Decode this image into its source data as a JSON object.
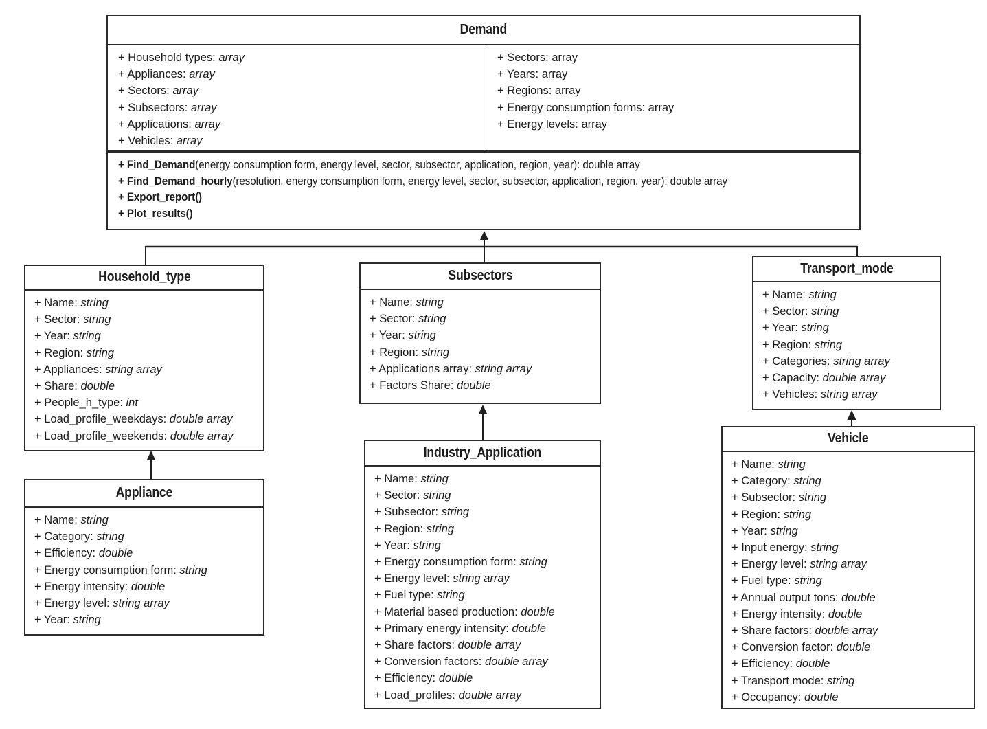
{
  "classes": {
    "demand": {
      "title": "Demand",
      "attrs_left": [
        {
          "label": "+ Household types:",
          "type": "array"
        },
        {
          "label": "+ Appliances:",
          "type": "array"
        },
        {
          "label": "+ Sectors:",
          "type": "array"
        },
        {
          "label": "+ Subsectors:",
          "type": "array"
        },
        {
          "label": "+ Applications:",
          "type": "array"
        },
        {
          "label": "+ Vehicles:",
          "type": "array"
        }
      ],
      "attrs_right": [
        {
          "label": "+ Sectors:",
          "type": "array"
        },
        {
          "label": "+ Years:",
          "type": "array"
        },
        {
          "label": "+ Regions:",
          "type": "array"
        },
        {
          "label": "+ Energy consumption forms:",
          "type": "array"
        },
        {
          "label": "+ Energy levels:",
          "type": "array"
        }
      ],
      "methods": [
        {
          "sig": "+ Find_Demand",
          "rest": "(energy consumption form, energy level, sector, subsector, application, region, year): double array"
        },
        {
          "sig": "+ Find_Demand_hourly",
          "rest": "(resolution, energy consumption form, energy level, sector, subsector, application, region, year): double array"
        },
        {
          "sig": "+ Export_report()",
          "rest": ""
        },
        {
          "sig": "+ Plot_results()",
          "rest": ""
        }
      ]
    },
    "household_type": {
      "title": "Household_type",
      "attrs": [
        {
          "label": "+ Name:",
          "type": "string"
        },
        {
          "label": "+ Sector:",
          "type": "string"
        },
        {
          "label": "+ Year:",
          "type": "string"
        },
        {
          "label": "+ Region:",
          "type": "string"
        },
        {
          "label": "+ Appliances:",
          "type": "string array"
        },
        {
          "label": "+ Share:",
          "type": "double"
        },
        {
          "label": "+ People_h_type:",
          "type": "int"
        },
        {
          "label": "+ Load_profile_weekdays:",
          "type": "double array"
        },
        {
          "label": "+ Load_profile_weekends:",
          "type": "double array"
        }
      ]
    },
    "appliance": {
      "title": "Appliance",
      "attrs": [
        {
          "label": "+ Name:",
          "type": "string"
        },
        {
          "label": "+ Category:",
          "type": "string"
        },
        {
          "label": "+ Efficiency:",
          "type": "double"
        },
        {
          "label": "+ Energy consumption form:",
          "type": "string"
        },
        {
          "label": "+ Energy intensity:",
          "type": "double"
        },
        {
          "label": "+ Energy level:",
          "type": "string array"
        },
        {
          "label": "+ Year:",
          "type": "string"
        }
      ]
    },
    "subsectors": {
      "title": "Subsectors",
      "attrs": [
        {
          "label": "+ Name:",
          "type": "string"
        },
        {
          "label": "+ Sector:",
          "type": "string"
        },
        {
          "label": "+ Year:",
          "type": "string"
        },
        {
          "label": "+ Region:",
          "type": "string"
        },
        {
          "label": "+ Applications array:",
          "type": "string array"
        },
        {
          "label": "+ Factors Share:",
          "type": "double"
        }
      ]
    },
    "industry_application": {
      "title": "Industry_Application",
      "attrs": [
        {
          "label": "+ Name:",
          "type": "string"
        },
        {
          "label": "+ Sector:",
          "type": "string"
        },
        {
          "label": "+ Subsector:",
          "type": "string"
        },
        {
          "label": "+ Region:",
          "type": "string"
        },
        {
          "label": "+ Year:",
          "type": "string"
        },
        {
          "label": "+ Energy consumption form:",
          "type": "string"
        },
        {
          "label": "+ Energy level:",
          "type": "string array"
        },
        {
          "label": "+ Fuel type:",
          "type": "string"
        },
        {
          "label": "+ Material based production:",
          "type": "double"
        },
        {
          "label": "+ Primary energy intensity:",
          "type": "double"
        },
        {
          "label": "+ Share factors:",
          "type": "double array"
        },
        {
          "label": "+ Conversion factors:",
          "type": "double array"
        },
        {
          "label": "+ Efficiency:",
          "type": "double"
        },
        {
          "label": "+ Load_profiles:",
          "type": "double array"
        }
      ]
    },
    "transport_mode": {
      "title": "Transport_mode",
      "attrs": [
        {
          "label": "+ Name:",
          "type": "string"
        },
        {
          "label": "+ Sector:",
          "type": "string"
        },
        {
          "label": "+ Year:",
          "type": "string"
        },
        {
          "label": "+ Region:",
          "type": "string"
        },
        {
          "label": "+ Categories:",
          "type": "string array"
        },
        {
          "label": "+ Capacity:",
          "type": "double array"
        },
        {
          "label": "+ Vehicles:",
          "type": "string array"
        }
      ]
    },
    "vehicle": {
      "title": "Vehicle",
      "attrs": [
        {
          "label": "+ Name:",
          "type": "string"
        },
        {
          "label": "+ Category:",
          "type": "string"
        },
        {
          "label": "+ Subsector:",
          "type": "string"
        },
        {
          "label": "+ Region:",
          "type": "string"
        },
        {
          "label": "+ Year:",
          "type": "string"
        },
        {
          "label": "+ Input energy:",
          "type": "string"
        },
        {
          "label": "+ Energy level:",
          "type": "string array"
        },
        {
          "label": "+ Fuel type:",
          "type": "string"
        },
        {
          "label": "+ Annual output tons:",
          "type": "double"
        },
        {
          "label": "+ Energy intensity:",
          "type": "double"
        },
        {
          "label": "+ Share factors:",
          "type": "double array"
        },
        {
          "label": "+ Conversion factor:",
          "type": "double"
        },
        {
          "label": "+ Efficiency:",
          "type": "double"
        },
        {
          "label": "+ Transport mode:",
          "type": "string"
        },
        {
          "label": "+ Occupancy:",
          "type": "double"
        }
      ]
    }
  },
  "relations": [
    {
      "from": "Household_type",
      "to": "Demand"
    },
    {
      "from": "Subsectors",
      "to": "Demand"
    },
    {
      "from": "Transport_mode",
      "to": "Demand"
    },
    {
      "from": "Appliance",
      "to": "Household_type"
    },
    {
      "from": "Industry_Application",
      "to": "Subsectors"
    },
    {
      "from": "Vehicle",
      "to": "Transport_mode"
    }
  ]
}
